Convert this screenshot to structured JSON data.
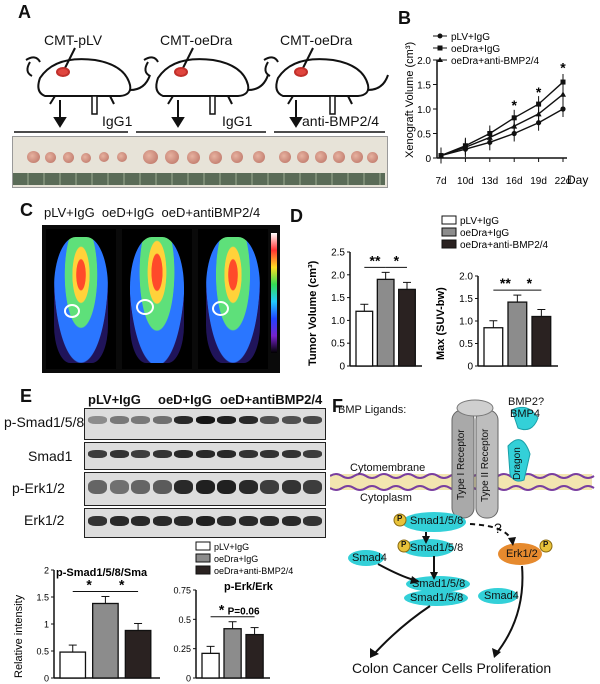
{
  "panels": {
    "a": "A",
    "b": "B",
    "c": "C",
    "d": "D",
    "e": "E",
    "f": "F"
  },
  "panel_a": {
    "groups": [
      "CMT-pLV",
      "CMT-oeDra",
      "CMT-oeDra"
    ],
    "treatments": [
      "IgG1",
      "IgG1",
      "anti-BMP2/4"
    ]
  },
  "panel_c": {
    "title": "pLV+IgG  oeD+IgG  oeD+antiBMP2/4"
  },
  "panel_e": {
    "headers": [
      "pLV+IgG",
      "oeD+IgG",
      "oeD+antiBMP2/4"
    ],
    "rows": [
      "p-Smad1/5/8",
      "Smad1",
      "p-Erk1/2",
      "Erk1/2"
    ]
  },
  "panel_f": {
    "bmp_ligands": "BMP Ligands:",
    "bmp2": "BMP2?",
    "bmp4": "BMP4",
    "cytomembrane": "Cytomembrane",
    "cytoplasm": "Cytoplasm",
    "type1": "Type I Receptor",
    "type2": "Type II Receptor",
    "dragon": "Dragon",
    "p": "P",
    "smad158": "Smad1/5/8",
    "smad4": "Smad4",
    "erk": "Erk1/2",
    "question": "?",
    "outcome": "Colon Cancer Cells Proliferation"
  },
  "colors": {
    "white_bar": "#ffffff",
    "gray_bar": "#8c8c8c",
    "black_bar": "#2a2221",
    "cyan": "#33d0d8",
    "orange": "#e68a2e"
  },
  "chart_data": [
    {
      "type": "line",
      "legend": [
        "pLV+IgG",
        "oeDra+IgG",
        "oeDra+anti-BMP2/4"
      ],
      "ylabel": "Xenograft Volume (cm³)",
      "xlabel_right": "Day",
      "categories": [
        "7d",
        "10d",
        "13d",
        "16d",
        "19d",
        "22d"
      ],
      "ylim": [
        0,
        2
      ],
      "yticks": [
        "0",
        "0.5",
        "1.0",
        "1.5",
        "2.0"
      ],
      "series": [
        {
          "name": "pLV+IgG",
          "values": [
            0.05,
            0.18,
            0.32,
            0.5,
            0.72,
            1.0
          ]
        },
        {
          "name": "oeDra+IgG",
          "values": [
            0.05,
            0.25,
            0.5,
            0.82,
            1.1,
            1.55
          ]
        },
        {
          "name": "oeDra+anti-BMP2/4",
          "values": [
            0.05,
            0.22,
            0.42,
            0.65,
            0.9,
            1.3
          ]
        }
      ],
      "annotations": [
        "*",
        "*",
        "*"
      ]
    },
    {
      "type": "bar",
      "ylabel": "Tumor Volume (cm³)",
      "values": [
        1.2,
        1.9,
        1.68
      ],
      "ylim": [
        0,
        2.5
      ],
      "yticks": [
        "0",
        "0.5",
        "1.0",
        "1.5",
        "2.0",
        "2.5"
      ],
      "annotations": [
        "**",
        "*"
      ]
    },
    {
      "type": "bar",
      "legend": [
        "pLV+IgG",
        "oeDra+IgG",
        "oeDra+anti-BMP2/4"
      ],
      "ylabel": "Max (SUV-bw)",
      "values": [
        0.85,
        1.42,
        1.1
      ],
      "ylim": [
        0,
        2
      ],
      "yticks": [
        "0",
        "0.5",
        "1.0",
        "1.5",
        "2.0"
      ],
      "annotations": [
        "**",
        "*"
      ]
    },
    {
      "type": "bar",
      "title": "p-Smad1/5/8/Sma",
      "ylabel": "Relative intensity",
      "values": [
        0.48,
        1.38,
        0.88
      ],
      "ylim": [
        0,
        2
      ],
      "yticks": [
        "0",
        "0.5",
        "1",
        "1.5",
        "2"
      ],
      "annotations": [
        "*",
        "*"
      ]
    },
    {
      "type": "bar",
      "title": "p-Erk/Erk",
      "legend": [
        "pLV+IgG",
        "oeDra+IgG",
        "oeDra+anti-BMP2/4"
      ],
      "values": [
        0.21,
        0.42,
        0.37
      ],
      "ylim": [
        0,
        0.75
      ],
      "yticks": [
        "0",
        "0.25",
        "0.5",
        "0.75"
      ],
      "annotations": [
        "*",
        "P=0.06"
      ]
    }
  ]
}
